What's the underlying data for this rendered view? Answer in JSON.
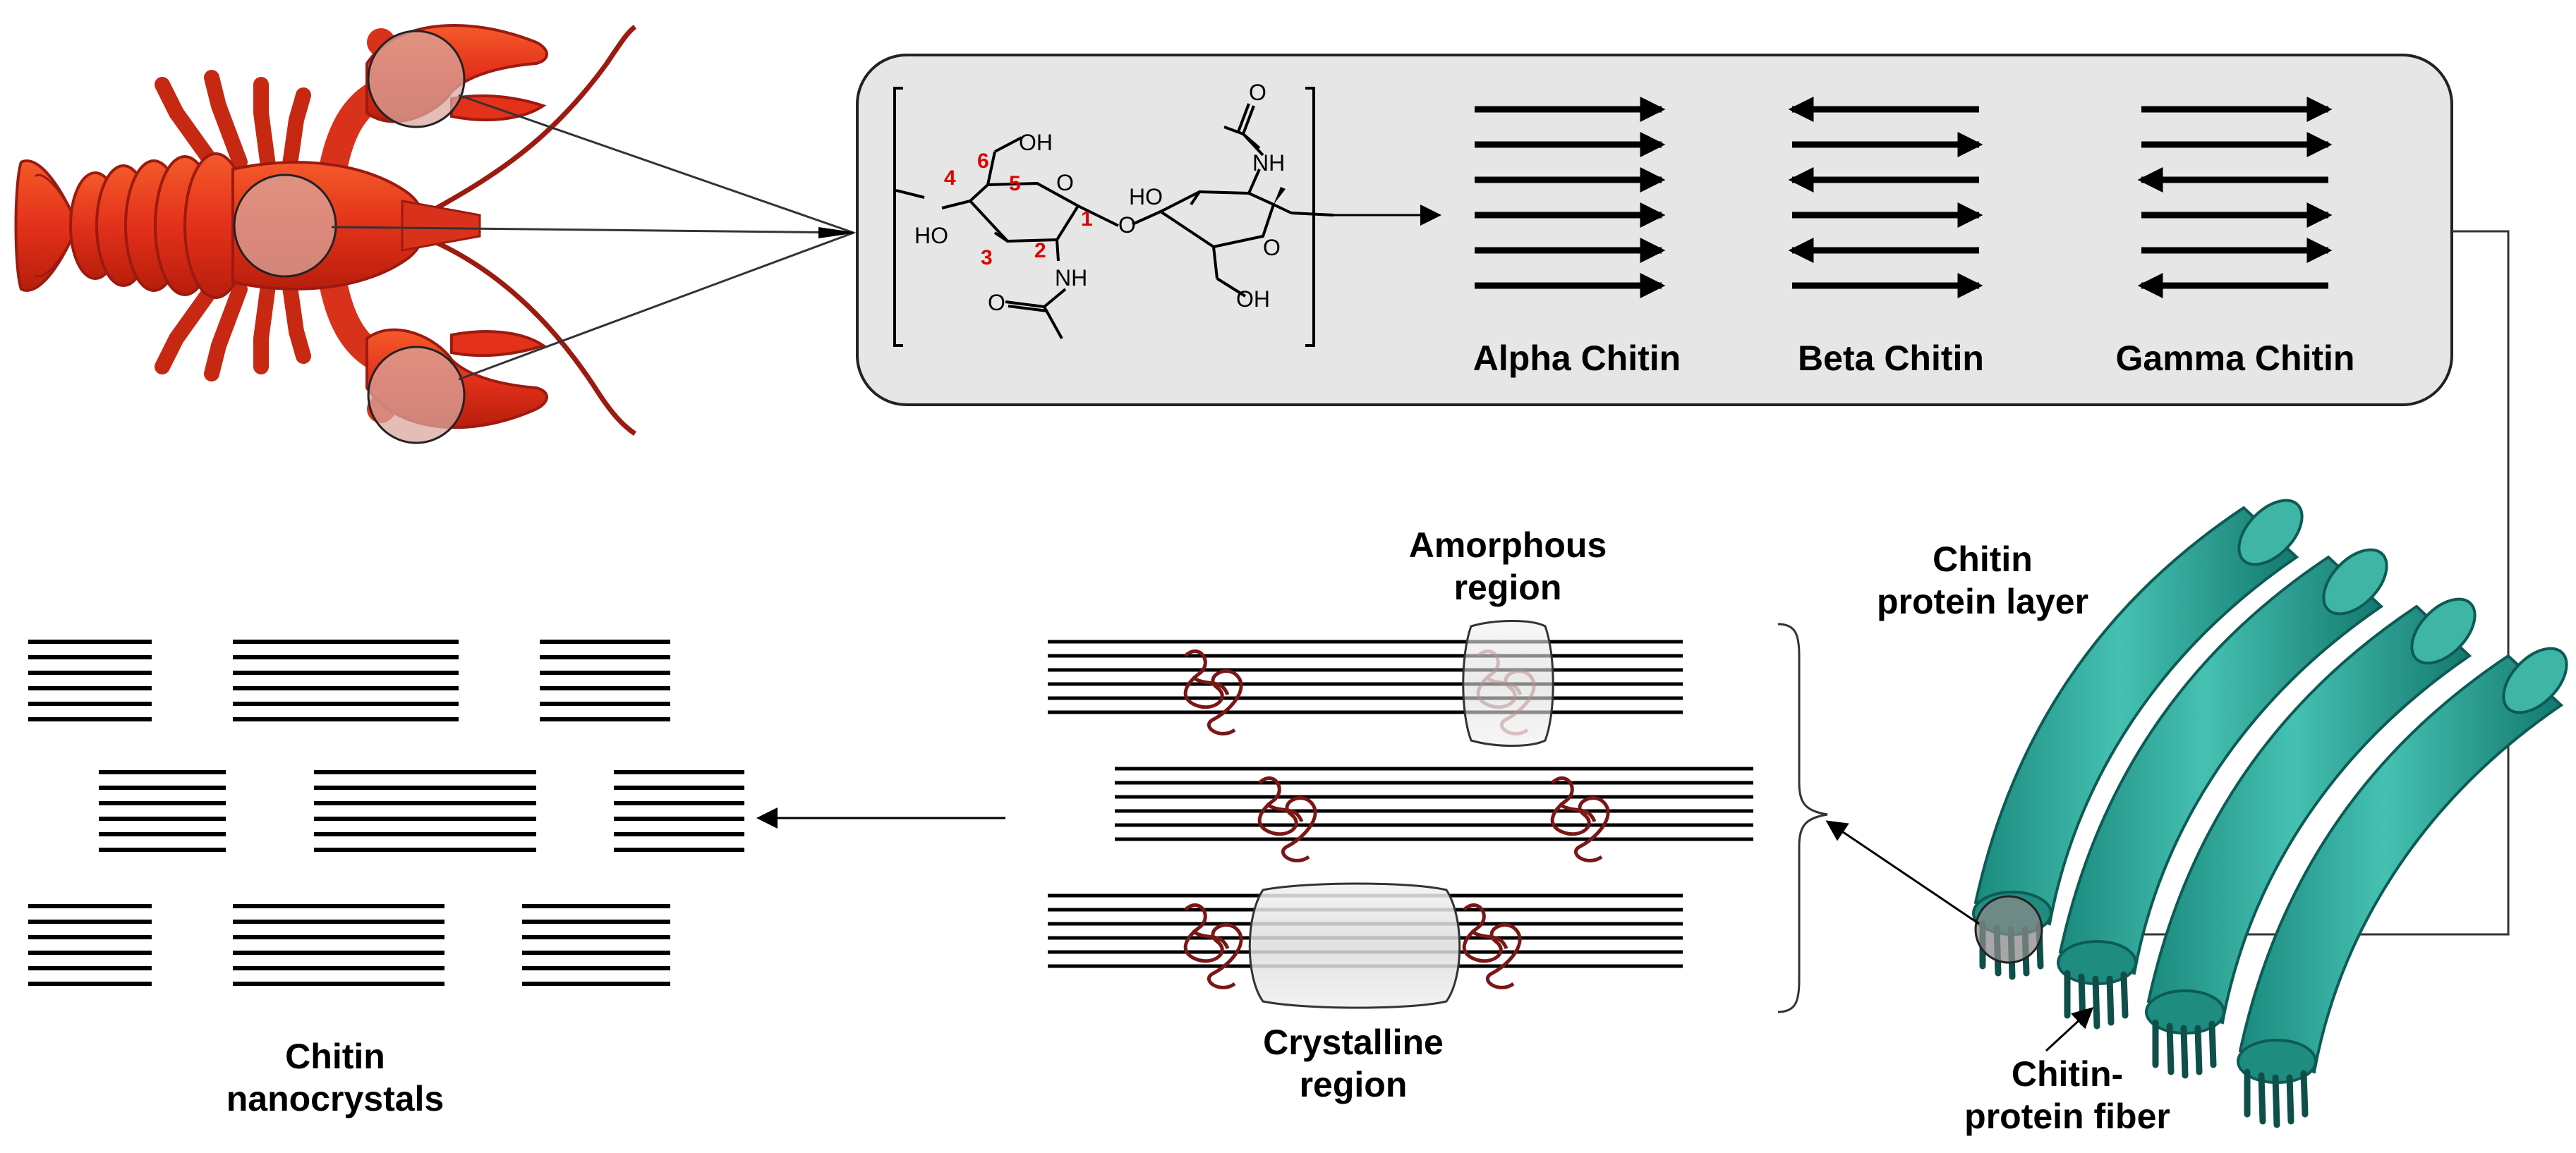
{
  "labels": {
    "alpha": "Alpha Chitin",
    "beta": "Beta Chitin",
    "gamma": "Gamma Chitin",
    "amorphous_line1": "Amorphous",
    "amorphous_line2": "region",
    "crystalline_line1": "Crystalline",
    "crystalline_line2": "region",
    "nanocrystals_line1": "Chitin",
    "nanocrystals_line2": "nanocrystals",
    "protein_layer_line1": "Chitin",
    "protein_layer_line2": "protein layer",
    "fiber_line1": "Chitin-",
    "fiber_line2": "protein fiber"
  },
  "chemistry": {
    "oh_top": "OH",
    "ho_left": "HO",
    "nh_left": "NH",
    "o_left": "O",
    "o_ring_left": "O",
    "o_glyco": "O",
    "ho_right": "HO",
    "nh_right": "NH",
    "o_right": "O",
    "o_ring_right": "O",
    "oh_bottom": "OH",
    "n1": "1",
    "n2": "2",
    "n3": "3",
    "n4": "4",
    "n5": "5",
    "n6": "6"
  },
  "polymorphs": [
    {
      "name": "Alpha Chitin",
      "chain_directions": [
        "right",
        "right",
        "right",
        "right",
        "right",
        "right"
      ]
    },
    {
      "name": "Beta Chitin",
      "chain_directions": [
        "left",
        "right",
        "left",
        "right",
        "left",
        "right"
      ]
    },
    {
      "name": "Gamma Chitin",
      "chain_directions": [
        "right",
        "right",
        "left",
        "right",
        "right",
        "left"
      ]
    }
  ],
  "colors": {
    "lobster_red": "#e8381a",
    "lobster_dark": "#b81e0c",
    "panel_fill": "#e6e6e6",
    "fiber_teal": "#2aa89a",
    "fiber_dark": "#115a55",
    "amorphous_tangle": "#7a1616",
    "locant_red": "#e00000"
  }
}
